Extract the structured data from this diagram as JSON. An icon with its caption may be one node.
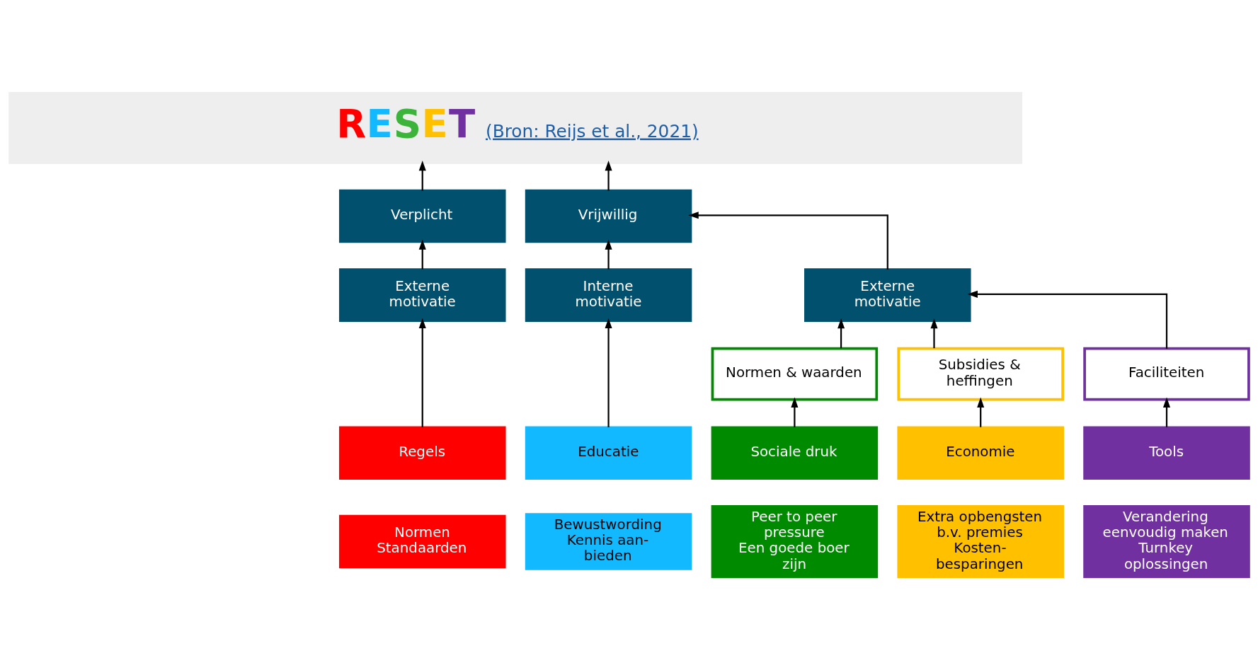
{
  "diagram": {
    "nodes": [
      {
        "text": [
          "RESET",
          "(Bron: Reijs et al., 2021)"
        ]
      },
      {
        "text": [
          "Verplicht"
        ]
      },
      {
        "text": [
          "Externe motivatie"
        ]
      },
      {
        "text": [
          "Vrijwillig"
        ]
      },
      {
        "text": [
          "Interne motivatie"
        ]
      },
      {
        "text": [
          "Externe motivatie"
        ]
      },
      {
        "text": [
          "Normen & waarden"
        ]
      },
      {
        "text": [
          "Subsidies & heffingen"
        ]
      },
      {
        "text": [
          "Faciliteiten"
        ]
      },
      {
        "text": [
          "Regels"
        ]
      },
      {
        "text": [
          "Educatie"
        ]
      },
      {
        "text": [
          "Sociale druk"
        ]
      },
      {
        "text": [
          "Economie"
        ]
      },
      {
        "text": [
          "Tools"
        ]
      },
      {
        "text": [
          "Normen",
          "Standaarden"
        ]
      },
      {
        "text": [
          "Bewustwording",
          "Kennis aan- bieden"
        ]
      },
      {
        "text": [
          "Peer to peer pressure",
          "Een goede boer zijn"
        ]
      },
      {
        "text": [
          "Extra opbengsten b.v. premies",
          "Kosten- besparingen"
        ]
      },
      {
        "text": [
          "Verandering eenvoudig maken",
          "Turnkey oplossingen"
        ]
      }
    ],
    "edges": [
      {
        "from": 1,
        "to": 0,
        "arrow": "to"
      },
      {
        "from": 2,
        "to": 1,
        "arrow": "to"
      },
      {
        "from": 9,
        "to": 2,
        "arrow": "to"
      },
      {
        "from": 3,
        "to": 0,
        "arrow": "to"
      },
      {
        "from": 4,
        "to": 3,
        "arrow": "to"
      },
      {
        "from": 5,
        "to": 3,
        "arrow": "to"
      },
      {
        "from": 10,
        "to": 4,
        "arrow": "to"
      },
      {
        "from": 6,
        "to": 5,
        "arrow": "to"
      },
      {
        "from": 7,
        "to": 5,
        "arrow": "to"
      },
      {
        "from": 8,
        "to": 5,
        "arrow": "to"
      },
      {
        "from": 11,
        "to": 6,
        "arrow": "to"
      },
      {
        "from": 12,
        "to": 7,
        "arrow": "to"
      },
      {
        "from": 13,
        "to": 8,
        "arrow": "to"
      }
    ]
  }
}
